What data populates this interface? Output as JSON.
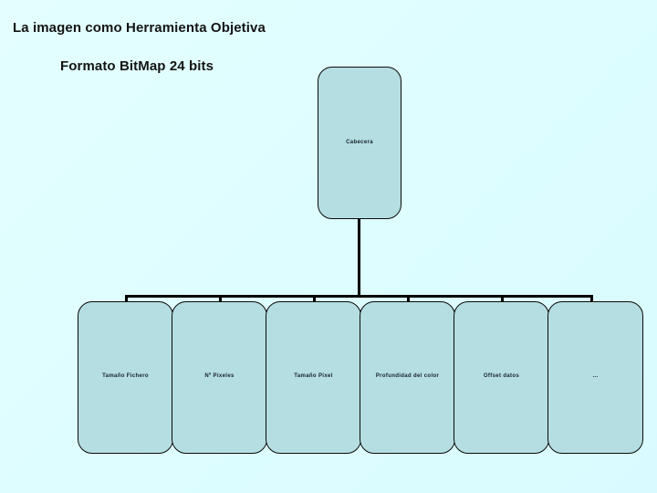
{
  "slide": {
    "title": "La imagen como Herramienta Objetiva",
    "subtitle": "Formato BitMap 24 bits",
    "background_color": "#e0feff",
    "node_fill_color": "#b5dee2",
    "node_border_color": "#000000",
    "connector_color": "#000000"
  },
  "diagram": {
    "type": "org-chart",
    "root": {
      "label": "Cabecera"
    },
    "children": [
      {
        "label": "Tamaño Fichero"
      },
      {
        "label": "Nº Pixeles"
      },
      {
        "label": "Tamaño Pixel"
      },
      {
        "label": "Profundidad del color"
      },
      {
        "label": "Offset datos"
      },
      {
        "label": "..."
      }
    ]
  }
}
